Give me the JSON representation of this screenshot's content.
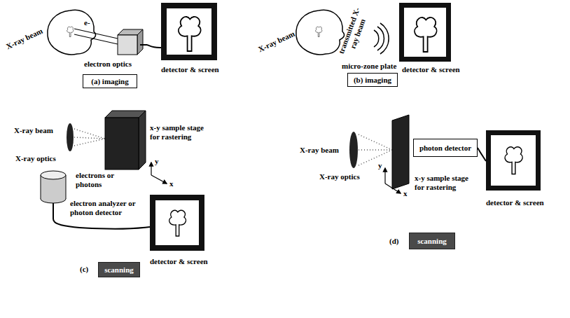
{
  "diagram": {
    "nodes": [
      {
        "text": [
          "electron optics"
        ]
      },
      {
        "text": [
          "detector & screen"
        ]
      },
      {
        "text": [
          "(a) imaging"
        ]
      },
      {
        "text": [
          "detector & screen"
        ]
      },
      {
        "text": [
          "(b) imaging"
        ]
      },
      {
        "text": [
          "electron analyzer or photon detector"
        ]
      },
      {
        "text": [
          "detector & screen"
        ]
      },
      {
        "text": [
          "scanning"
        ]
      },
      {
        "text": [
          "photon detector"
        ]
      },
      {
        "text": [
          "detector & screen"
        ]
      },
      {
        "text": [
          "scanning"
        ]
      }
    ],
    "edges": [
      {
        "from": 0,
        "to": 1,
        "arrow": "none"
      },
      {
        "from": 5,
        "to": 6,
        "arrow": "none"
      },
      {
        "from": 8,
        "to": 9,
        "arrow": "none"
      }
    ],
    "labels": [
      "X-ray beam",
      "e-",
      "X-ray beam",
      "transmitted X-ray beam",
      "micro-zone plate",
      "X-ray beam",
      "X-ray optics",
      "x-y sample stage for rastering",
      "y",
      "x",
      "electrons or photons",
      "(c)",
      "X-ray beam",
      "X-ray optics",
      "x-y sample stage for rastering",
      "y",
      "x",
      "(d)"
    ]
  }
}
